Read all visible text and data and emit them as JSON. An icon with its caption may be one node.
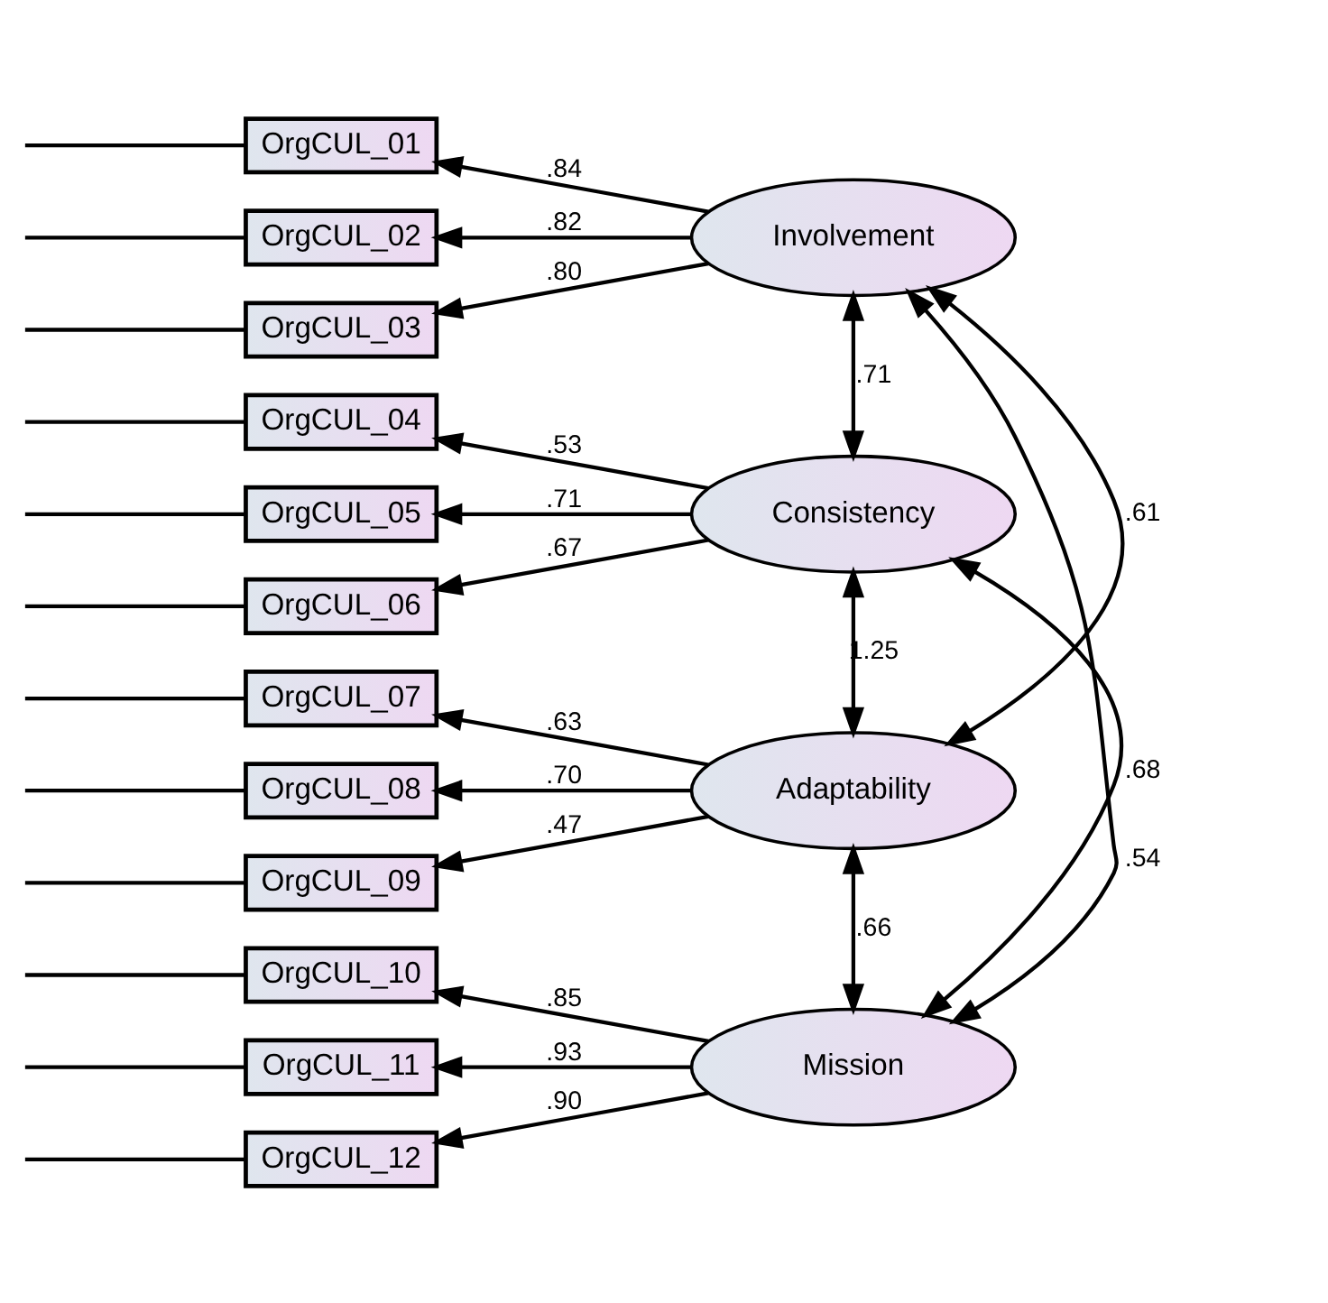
{
  "diagram": {
    "nodes": [
      {
        "text": [
          "OrgCUL_01"
        ]
      },
      {
        "text": [
          "OrgCUL_02"
        ]
      },
      {
        "text": [
          "OrgCUL_03"
        ]
      },
      {
        "text": [
          "Involvement"
        ]
      },
      {
        "text": [
          "OrgCUL_04"
        ]
      },
      {
        "text": [
          "OrgCUL_05"
        ]
      },
      {
        "text": [
          "OrgCUL_06"
        ]
      },
      {
        "text": [
          "Consistency"
        ]
      },
      {
        "text": [
          "OrgCUL_07"
        ]
      },
      {
        "text": [
          "OrgCUL_08"
        ]
      },
      {
        "text": [
          "OrgCUL_09"
        ]
      },
      {
        "text": [
          "Adaptability"
        ]
      },
      {
        "text": [
          "OrgCUL_10"
        ]
      },
      {
        "text": [
          "OrgCUL_11"
        ]
      },
      {
        "text": [
          "OrgCUL_12"
        ]
      },
      {
        "text": [
          "Mission"
        ]
      }
    ],
    "edges": [
      {
        "from": 3,
        "to": 0,
        "arrow": "to",
        "label": ".84"
      },
      {
        "from": 3,
        "to": 1,
        "arrow": "to",
        "label": ".82"
      },
      {
        "from": 3,
        "to": 2,
        "arrow": "to",
        "label": ".80"
      },
      {
        "from": 7,
        "to": 4,
        "arrow": "to",
        "label": ".53"
      },
      {
        "from": 7,
        "to": 5,
        "arrow": "to",
        "label": ".71"
      },
      {
        "from": 7,
        "to": 6,
        "arrow": "to",
        "label": ".67"
      },
      {
        "from": 11,
        "to": 8,
        "arrow": "to",
        "label": ".63"
      },
      {
        "from": 11,
        "to": 9,
        "arrow": "to",
        "label": ".70"
      },
      {
        "from": 11,
        "to": 10,
        "arrow": "to",
        "label": ".47"
      },
      {
        "from": 15,
        "to": 12,
        "arrow": "to",
        "label": ".85"
      },
      {
        "from": 15,
        "to": 13,
        "arrow": "to",
        "label": ".93"
      },
      {
        "from": 15,
        "to": 14,
        "arrow": "to",
        "label": ".90"
      },
      {
        "from": 3,
        "to": 7,
        "arrow": "both",
        "label": ".71"
      },
      {
        "from": 3,
        "to": 11,
        "arrow": "both",
        "label": ".61"
      },
      {
        "from": 3,
        "to": 15,
        "arrow": "both",
        "label": ".54"
      },
      {
        "from": 7,
        "to": 11,
        "arrow": "both",
        "label": "1.25"
      },
      {
        "from": 7,
        "to": 15,
        "arrow": "both",
        "label": ".68"
      },
      {
        "from": 11,
        "to": 15,
        "arrow": "both",
        "label": ".66"
      },
      {
        "from": null,
        "to": 0,
        "arrow": "none"
      },
      {
        "from": null,
        "to": 1,
        "arrow": "none"
      },
      {
        "from": null,
        "to": 2,
        "arrow": "none"
      },
      {
        "from": null,
        "to": 4,
        "arrow": "none"
      },
      {
        "from": null,
        "to": 5,
        "arrow": "none"
      },
      {
        "from": null,
        "to": 6,
        "arrow": "none"
      },
      {
        "from": null,
        "to": 8,
        "arrow": "none"
      },
      {
        "from": null,
        "to": 9,
        "arrow": "none"
      },
      {
        "from": null,
        "to": 10,
        "arrow": "none"
      },
      {
        "from": null,
        "to": 12,
        "arrow": "none"
      },
      {
        "from": null,
        "to": 13,
        "arrow": "none"
      },
      {
        "from": null,
        "to": 14,
        "arrow": "none"
      }
    ]
  }
}
